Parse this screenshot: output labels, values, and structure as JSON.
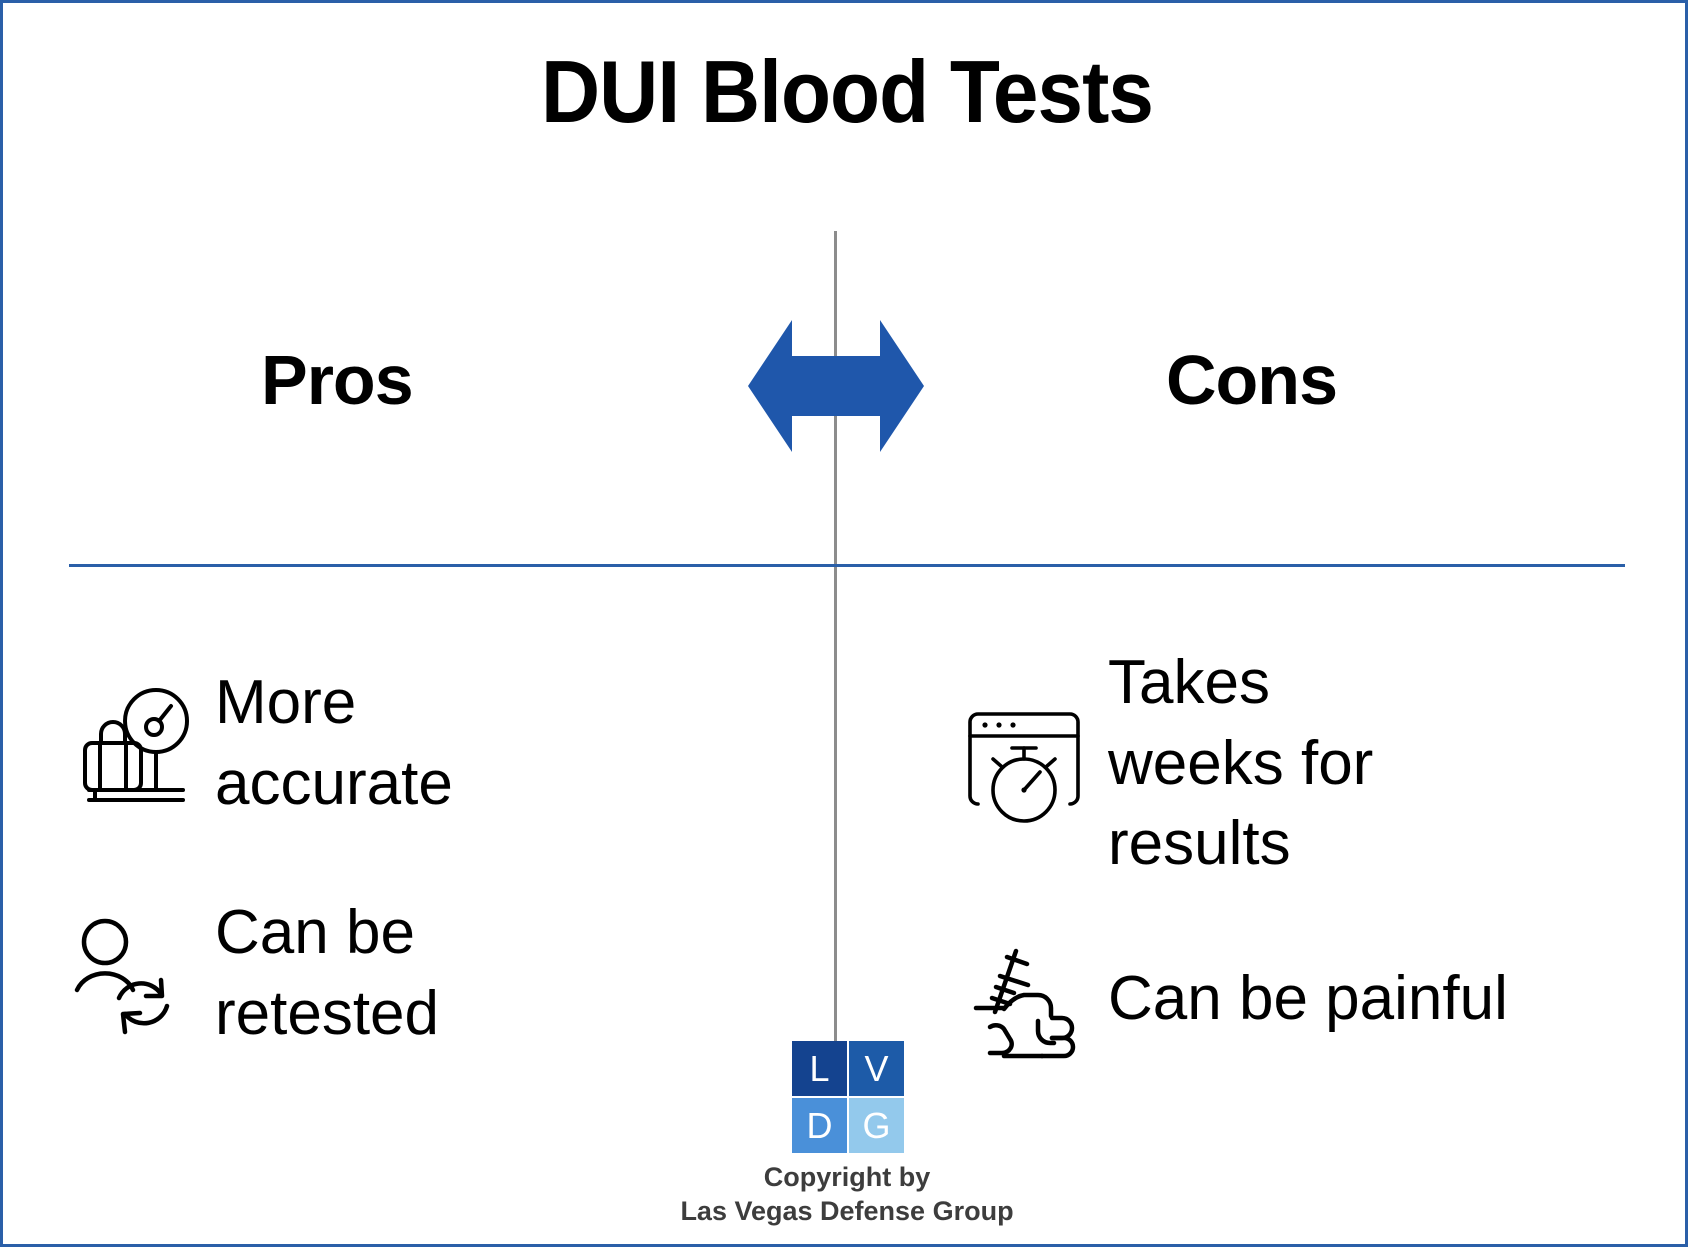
{
  "slide": {
    "title": "DUI Blood Tests",
    "border_color": "#2a5fa8",
    "background": "#ffffff",
    "divider_color": "#2a5fa8",
    "center_line_color": "#8c8c8c"
  },
  "arrow": {
    "name": "double-headed-arrow",
    "color": "#1f57ab",
    "direction": "left-right"
  },
  "columns": {
    "pros": {
      "heading": "Pros",
      "items": [
        {
          "icon": "luggage-scale-icon",
          "label": "More\naccurate"
        },
        {
          "icon": "person-refresh-icon",
          "label": "Can be\nretested"
        }
      ]
    },
    "cons": {
      "heading": "Cons",
      "items": [
        {
          "icon": "browser-stopwatch-icon",
          "label": "Takes\nweeks for\nresults"
        },
        {
          "icon": "syringe-arm-icon",
          "label": "Can be painful"
        }
      ]
    }
  },
  "logo": {
    "name": "lvdg-logo",
    "cells": [
      {
        "letter": "L",
        "color": "#14438f"
      },
      {
        "letter": "V",
        "color": "#1d5ba8"
      },
      {
        "letter": "D",
        "color": "#4a90d9"
      },
      {
        "letter": "G",
        "color": "#93c9ec"
      }
    ],
    "copyright": "Copyright by\nLas Vegas Defense Group"
  }
}
